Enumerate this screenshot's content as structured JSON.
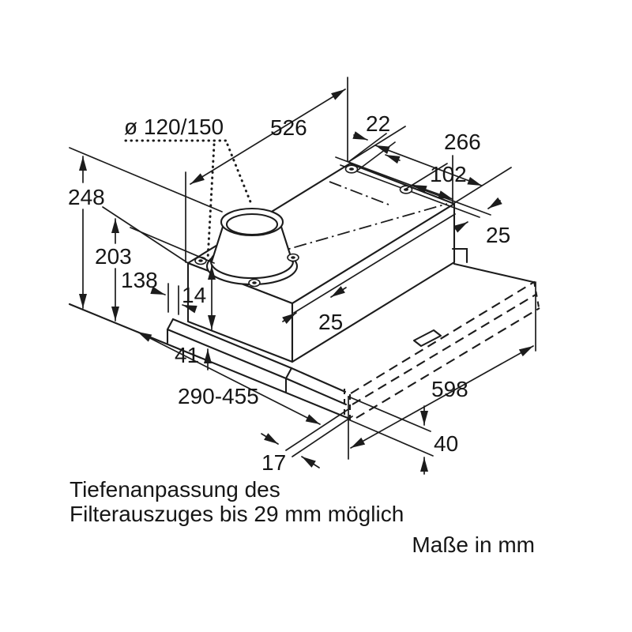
{
  "figure": {
    "background": "#ffffff",
    "line_color": "#1c1c1c",
    "labels": {
      "duct_diameter": "ø 120/150",
      "body_width": "526",
      "mount_hole_edge_offset": "22",
      "body_depth": "266",
      "mount_hole_spacing": "102",
      "mount_edge_clearance": "25",
      "total_height": "248",
      "height_with_rail": "203",
      "body_height": "138",
      "front_recess": "14",
      "front_edge_clearance": "25",
      "rail_height": "41",
      "depth_range": "290-455",
      "pullout_width": "598",
      "pullout_front_height": "40",
      "pullout_lip_height": "17"
    },
    "notes": {
      "depth_note_line1": "Tiefenanpassung des",
      "depth_note_line2": "Filterauszuges bis 29 mm möglich",
      "units": "Maße in mm"
    }
  }
}
